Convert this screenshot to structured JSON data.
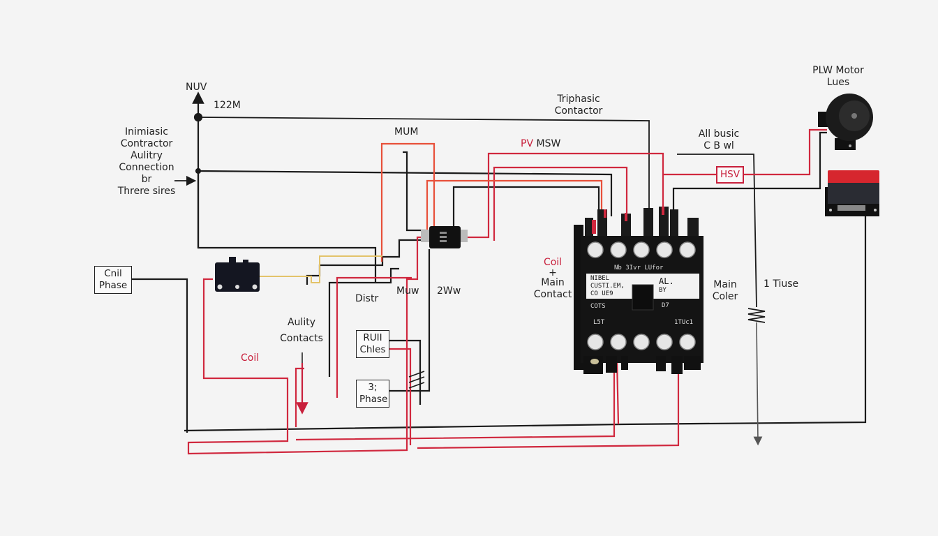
{
  "diagram": {
    "title": "Triphasic Contactor",
    "colors": {
      "black_wire": "#1a1a1a",
      "red_wire": "#d0283e",
      "orange_wire": "#e8503a",
      "yellow_wire": "#e3c36a",
      "background": "#f4f4f4"
    },
    "labels": {
      "nuv": "NUV",
      "voltage_122m": "122M",
      "left_note_line1": "Inimiasic",
      "left_note_line2": "Contractor",
      "left_note_line3": "Aulitry",
      "left_note_line4": "Connection",
      "left_note_line5": "br",
      "left_note_line6": "Threre sires",
      "mum": "MUM",
      "triphasic_line1": "Triphasic",
      "triphasic_line2": "Contactor",
      "pv_prefix": "PV",
      "pv_suffix": "MSW",
      "all_busic_line1": "All busic",
      "all_busic_line2": "C B wl",
      "hsv": "HSV",
      "motor_line1": "PLW Motor",
      "motor_line2": "Lues",
      "coil_main_coil": "Coil",
      "coil_main_plus": "+",
      "coil_main_line1": "Main",
      "coil_main_line2": "Contact",
      "main_coler_line1": "Main",
      "main_coler_line2": "Coler",
      "fuse": "1 Tiuse",
      "coil_phase_line1": "Cnil",
      "coil_phase_line2": "Phase",
      "coil": "Coil",
      "aulity_line1": "Aulity",
      "aulity_line2": "Contacts",
      "distr": "Distr",
      "muw": "Muw",
      "two_ww": "2Ww",
      "rull_line1": "RUII",
      "rull_line2": "Chles",
      "three_phase_line1": "3;",
      "three_phase_line2": "Phase"
    },
    "contactor": {
      "top_text": "Nb 3Ivr LUfor",
      "plate_line1": "NIBEL",
      "plate_line2": "CUSTI.EM,",
      "plate_line3": "CO  UE9",
      "plate_right1": "AL.",
      "plate_right2": "BY",
      "left_lower": "COTS",
      "mid_lower": "D7",
      "bottom_left": "L5T",
      "bottom_right": "1TUc1"
    }
  }
}
